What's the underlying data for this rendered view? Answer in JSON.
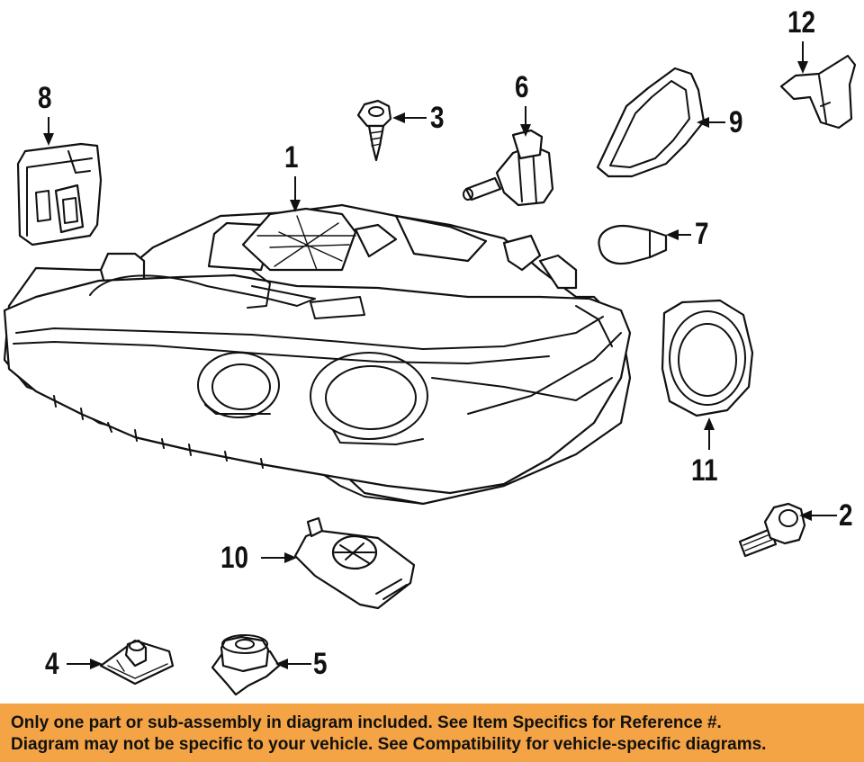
{
  "callouts": {
    "c1": "1",
    "c2": "2",
    "c3": "3",
    "c4": "4",
    "c5": "5",
    "c6": "6",
    "c7": "7",
    "c8": "8",
    "c9": "9",
    "c10": "10",
    "c11": "11",
    "c12": "12"
  },
  "banner": {
    "line1": "Only one part or sub-assembly in diagram included. See Item Specifics for Reference #.",
    "line2": "Diagram may not be specific to your vehicle. See Compatibility for vehicle-specific diagrams."
  },
  "colors": {
    "banner_bg": "#f4a345",
    "ink": "#111111",
    "background": "#ffffff"
  }
}
